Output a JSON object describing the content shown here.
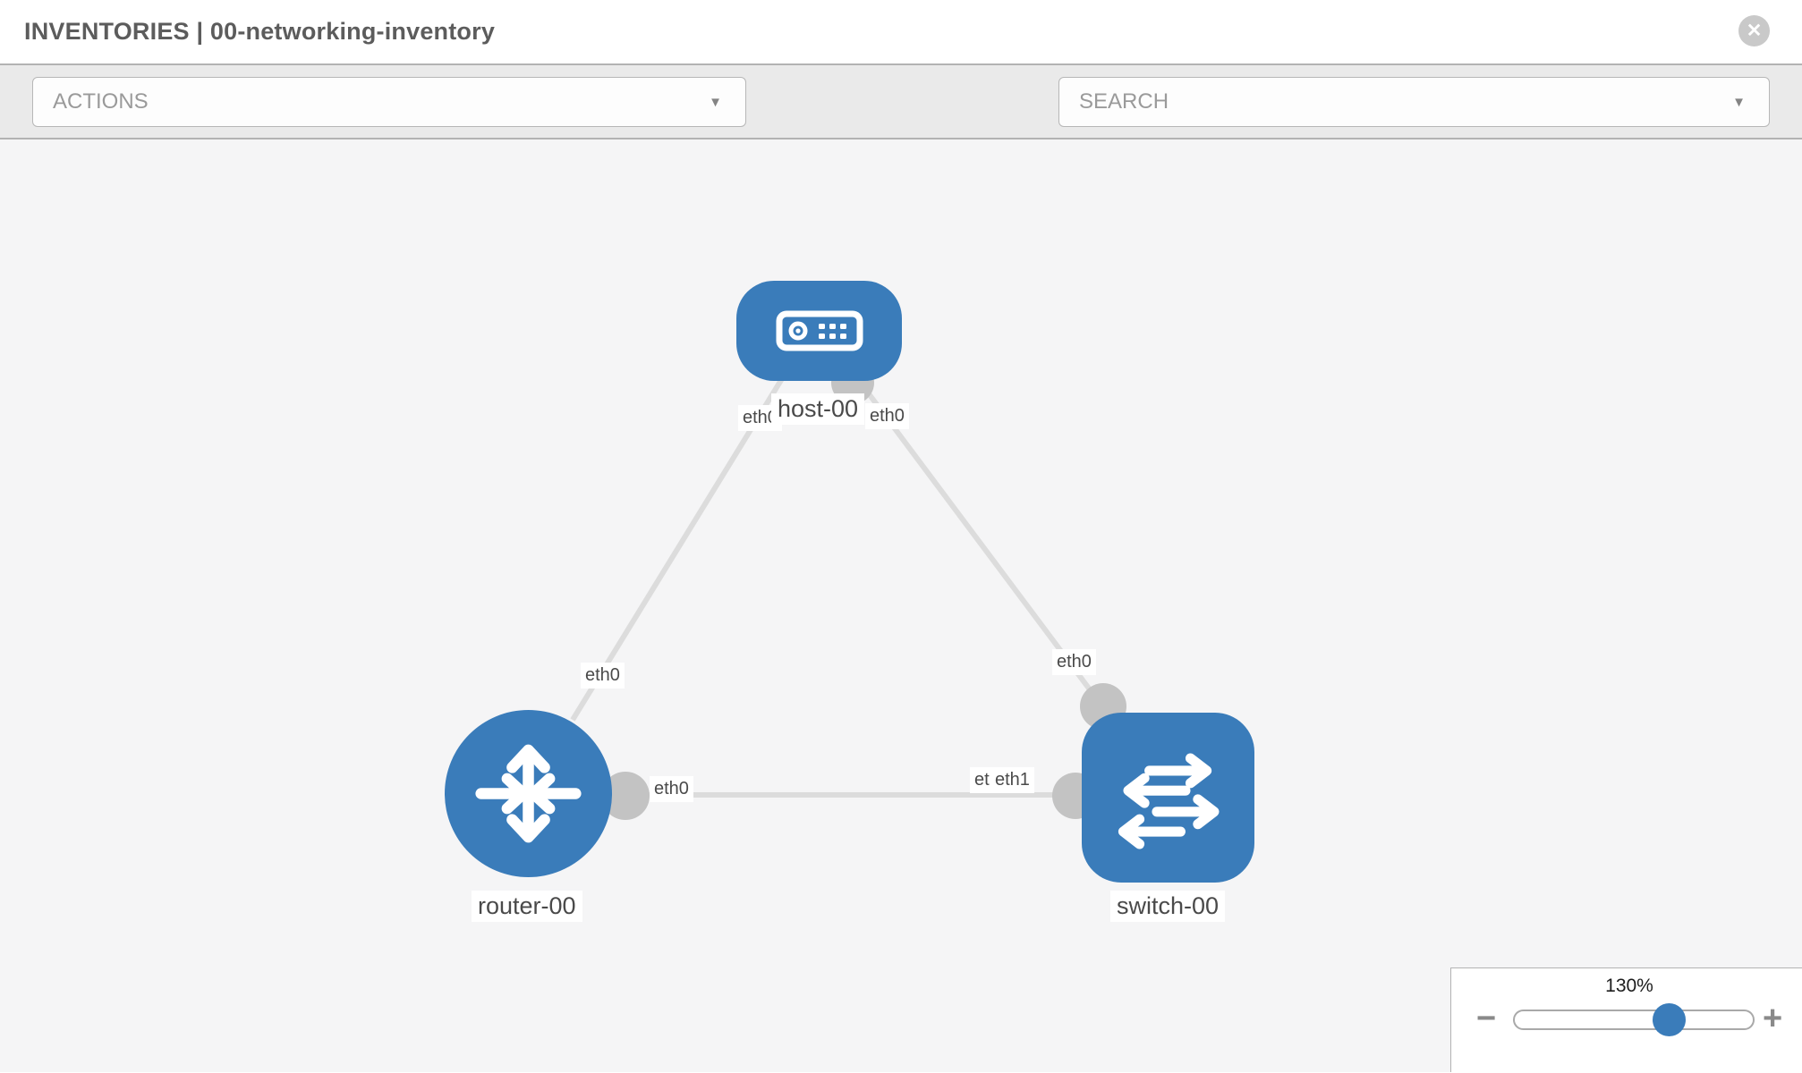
{
  "header": {
    "title": "INVENTORIES | 00-networking-inventory"
  },
  "toolbar": {
    "actions_placeholder": "ACTIONS",
    "search_placeholder": "SEARCH"
  },
  "icons": {
    "caret": "▼",
    "close": "✕",
    "minus": "−",
    "plus": "+"
  },
  "diagram": {
    "nodes": [
      {
        "id": "host-00",
        "type": "host",
        "label": "host-00"
      },
      {
        "id": "router-00",
        "type": "router",
        "label": "router-00"
      },
      {
        "id": "switch-00",
        "type": "switch",
        "label": "switch-00"
      }
    ],
    "links": [
      {
        "from": "host-00",
        "from_interface": "eth0",
        "to": "router-00",
        "to_interface": "eth0"
      },
      {
        "from": "host-00",
        "from_interface": "eth0",
        "to": "switch-00",
        "to_interface": "eth0"
      },
      {
        "from": "router-00",
        "from_interface": "eth0",
        "to": "switch-00",
        "to_interface": "eth1"
      }
    ],
    "interface_labels": {
      "host_to_router_host_end": "eth0",
      "host_to_router_router_end": "eth0",
      "host_to_switch_host_end": "eth0",
      "host_to_switch_switch_end": "eth0",
      "router_to_switch_router_end": "eth0",
      "router_to_switch_switch_end_hidden": "eth0",
      "router_to_switch_switch_end": "eth1"
    }
  },
  "zoom_control": {
    "level": "130%"
  },
  "colors": {
    "node_blue": "#3a7cba",
    "link_gray": "#dcdcdc",
    "port_gray": "#c3c3c3",
    "toolbar_gray": "#eaeaea",
    "canvas_gray": "#f5f5f6"
  }
}
